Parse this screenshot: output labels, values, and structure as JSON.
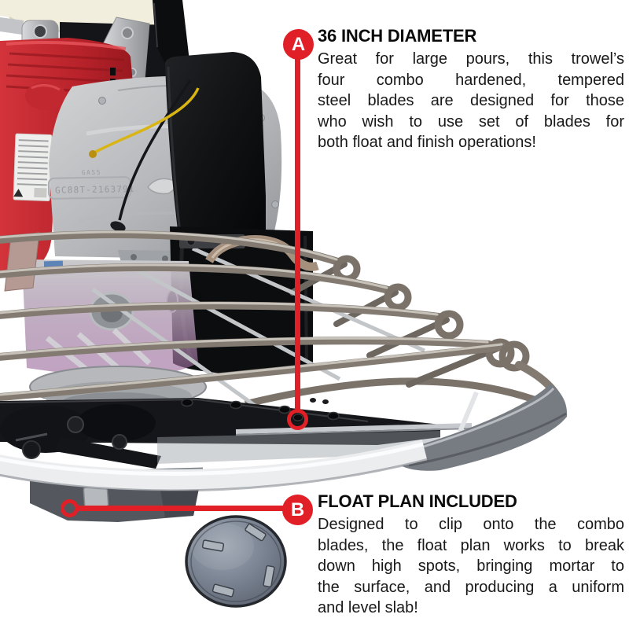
{
  "page": {
    "background": "#ffffff"
  },
  "colors": {
    "accent_red": "#e01f26",
    "heading_text": "#0a0a0a",
    "body_text": "#191919",
    "engine_red": "#b8222a",
    "belt_cover_black": "#0e1012",
    "steel_silver": "#c7c9cb",
    "rim_bright": "#ebedef",
    "pan_gray": "#7d8695"
  },
  "annotations": [
    {
      "marker": "A",
      "heading": "36 INCH DIAMETER",
      "body_lines": [
        "Great for large pours, this trowel’s",
        "four combo hardened, tempered",
        "steel blades are designed for those",
        "who wish to use set of blades for",
        "both float and finish operations!"
      ]
    },
    {
      "marker": "B",
      "heading": "FLOAT PLAN INCLUDED",
      "body_lines": [
        "Designed to clip onto the combo",
        "blades, the float plan works to break",
        "down high spots, bringing mortar to",
        "the surface, and producing a uniform",
        "and level slab!"
      ]
    }
  ],
  "photo": {
    "casting_text_small": "GASS",
    "casting_serial": "GC88T-2163791"
  }
}
